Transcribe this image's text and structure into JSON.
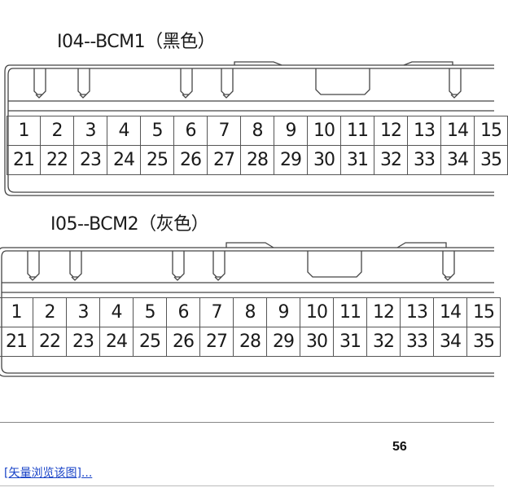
{
  "connectors": [
    {
      "code": "I04--BCM1",
      "color_label": "（黑色）",
      "row1": [
        "1",
        "2",
        "3",
        "4",
        "5",
        "6",
        "7",
        "8",
        "9",
        "10",
        "11",
        "12",
        "13",
        "14",
        "15"
      ],
      "row2": [
        "21",
        "22",
        "23",
        "24",
        "25",
        "26",
        "27",
        "28",
        "29",
        "30",
        "31",
        "32",
        "33",
        "34",
        "35"
      ]
    },
    {
      "code": "I05--BCM2",
      "color_label": "（灰色）",
      "row1": [
        "1",
        "2",
        "3",
        "4",
        "5",
        "6",
        "7",
        "8",
        "9",
        "10",
        "11",
        "12",
        "13",
        "14",
        "15"
      ],
      "row2": [
        "21",
        "22",
        "23",
        "24",
        "25",
        "26",
        "27",
        "28",
        "29",
        "30",
        "31",
        "32",
        "33",
        "34",
        "35"
      ]
    }
  ],
  "page_number": "56",
  "vector_link_label": "[矢量浏览该图]..."
}
